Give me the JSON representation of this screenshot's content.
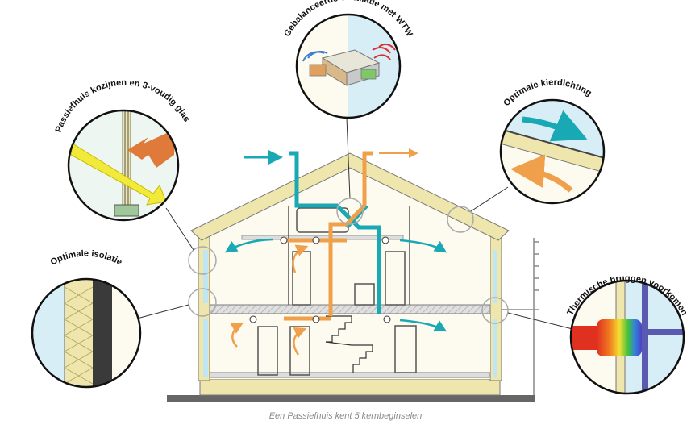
{
  "labels": {
    "ventilation": "Gebalanceerde ventilatie met WTW",
    "windows": "Passiefhuis kozijnen en 3-voudig glas",
    "airtight": "Optimale kierdichting",
    "insulation": "Optimale isolatie",
    "thermal_bridges": "Thermische bruggen voorkomen"
  },
  "caption": "Een Passiefhuis kent 5 kernbeginselen",
  "colors": {
    "supply_air": "#19a9b4",
    "exhaust_air": "#f0a04b",
    "insulation": "#efe6ad",
    "interior": "#fdfbf0",
    "outside_air": "#d8eef6",
    "glass": "#bfe6f2"
  }
}
